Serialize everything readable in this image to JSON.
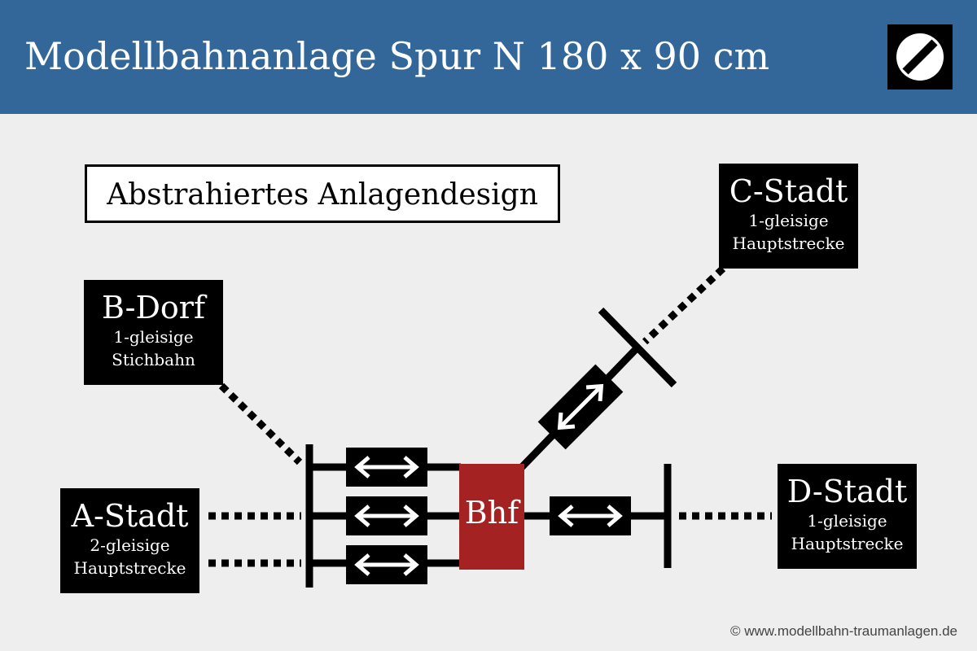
{
  "header": {
    "title": "Modellbahnanlage Spur N 180 x 90 cm",
    "background_color": "#336699",
    "logo_icon": "no-entry-slash-icon"
  },
  "subtitle": "Abstrahiertes Anlagendesign",
  "stations": {
    "a": {
      "name": "A-Stadt",
      "desc_line1": "2-gleisige",
      "desc_line2": "Hauptstrecke"
    },
    "b": {
      "name": "B-Dorf",
      "desc_line1": "1-gleisige",
      "desc_line2": "Stichbahn"
    },
    "c": {
      "name": "C-Stadt",
      "desc_line1": "1-gleisige",
      "desc_line2": "Hauptstrecke"
    },
    "d": {
      "name": "D-Stadt",
      "desc_line1": "1-gleisige",
      "desc_line2": "Hauptstrecke"
    }
  },
  "station_center": {
    "label": "Bhf",
    "color": "#a52222"
  },
  "track_icon": "double-arrow-icon",
  "copyright": "© www.modellbahn-traumanlagen.de"
}
